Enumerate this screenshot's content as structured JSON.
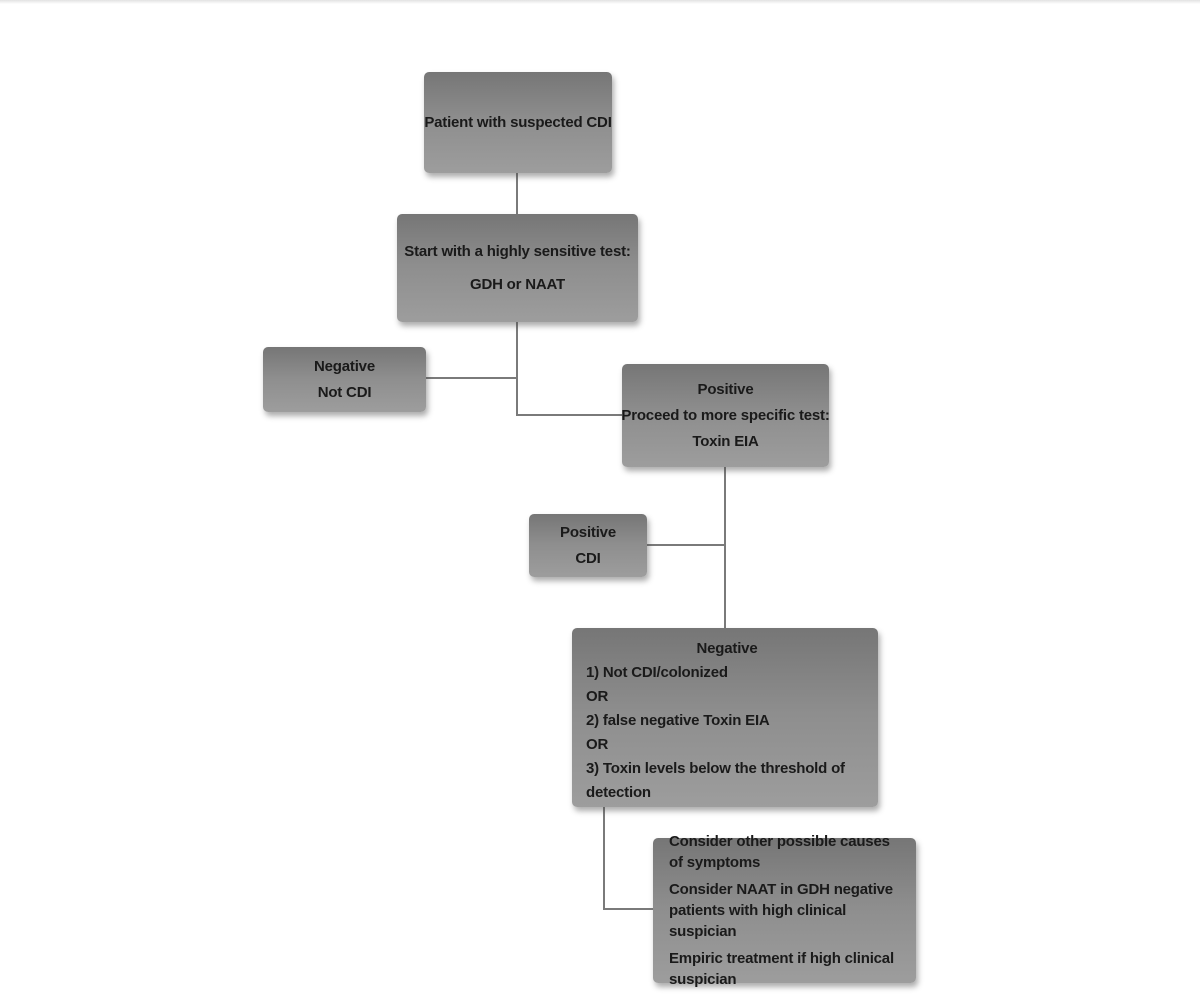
{
  "diagram": {
    "description": "Flowchart for diagnostic testing of patient with suspected CDI",
    "colors": {
      "box_gradient_top": "#767676",
      "box_gradient_bottom": "#9d9d9d",
      "connector_line": "#7a7a7a",
      "text": "#1a1a1a",
      "background": "#ffffff"
    },
    "nodes": {
      "suspected": {
        "lines": [
          "Patient with suspected CDI"
        ]
      },
      "sensitive_test": {
        "lines": [
          "Start with a highly sensitive test:",
          "GDH or NAAT"
        ]
      },
      "gdh_negative": {
        "lines": [
          "Negative",
          "Not CDI"
        ]
      },
      "gdh_positive": {
        "lines": [
          "Positive",
          "Proceed to more specific test:",
          "Toxin EIA"
        ]
      },
      "toxin_positive": {
        "lines": [
          "Positive",
          "CDI"
        ]
      },
      "toxin_negative": {
        "heading": "Negative",
        "items": [
          "1) Not CDI/colonized",
          "OR",
          "2) false negative Toxin EIA",
          "OR",
          "3) Toxin levels below the threshold of detection"
        ]
      },
      "considerations": {
        "items": [
          "Consider other possible causes of symptoms",
          "Consider NAAT in GDH negative patients with high clinical suspician",
          "Empiric treatment if high clinical suspician"
        ]
      }
    }
  }
}
